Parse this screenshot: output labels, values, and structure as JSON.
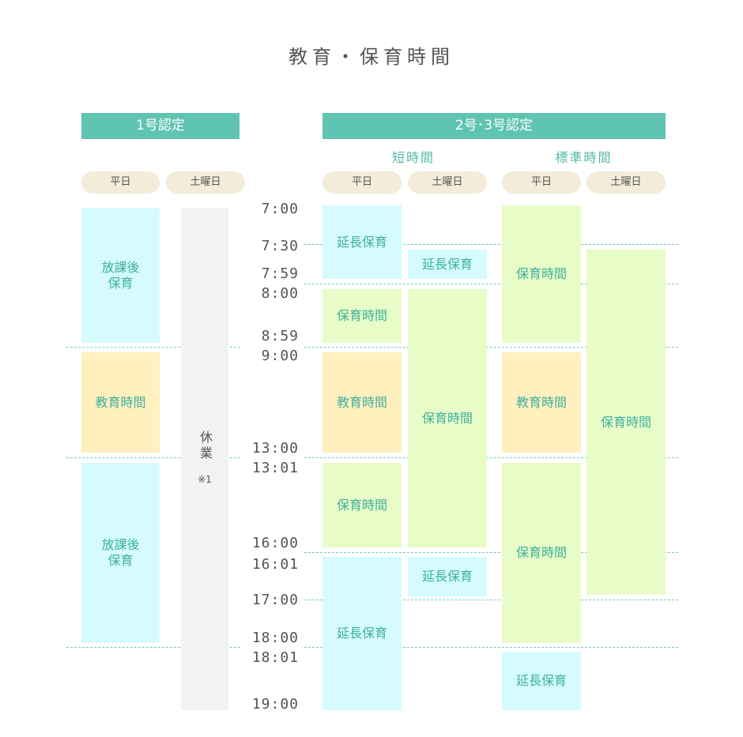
{
  "title": "教育・保育時間",
  "headers": {
    "type1": "1号認定",
    "type23": "2号･3号認定"
  },
  "subheaders": {
    "short": "短時間",
    "standard": "標準時間"
  },
  "days": {
    "weekday": "平日",
    "saturday": "土曜日"
  },
  "times": [
    "7:00",
    "7:30",
    "7:59",
    "8:00",
    "8:59",
    "9:00",
    "13:00",
    "13:01",
    "16:00",
    "16:01",
    "17:00",
    "18:00",
    "18:01",
    "19:00"
  ],
  "type1": {
    "weekday": [
      "放課後\n保育",
      "教育時間",
      "放課後\n保育"
    ],
    "saturday": {
      "label": "休業",
      "note": "※1"
    }
  },
  "short": {
    "weekday": [
      "延長保育",
      "保育時間",
      "教育時間",
      "保育時間",
      "延長保育"
    ],
    "saturday": [
      "延長保育",
      "保育時間",
      "延長保育"
    ]
  },
  "standard": {
    "weekday": [
      "保育時間",
      "教育時間",
      "保育時間",
      "延長保育"
    ],
    "saturday": [
      "保育時間"
    ]
  },
  "colors": {
    "header": "#5fc4b2",
    "extended": "#d6fbff",
    "care": "#e8fcc7",
    "education": "#fff0be",
    "closed": "#f2f2f0"
  }
}
